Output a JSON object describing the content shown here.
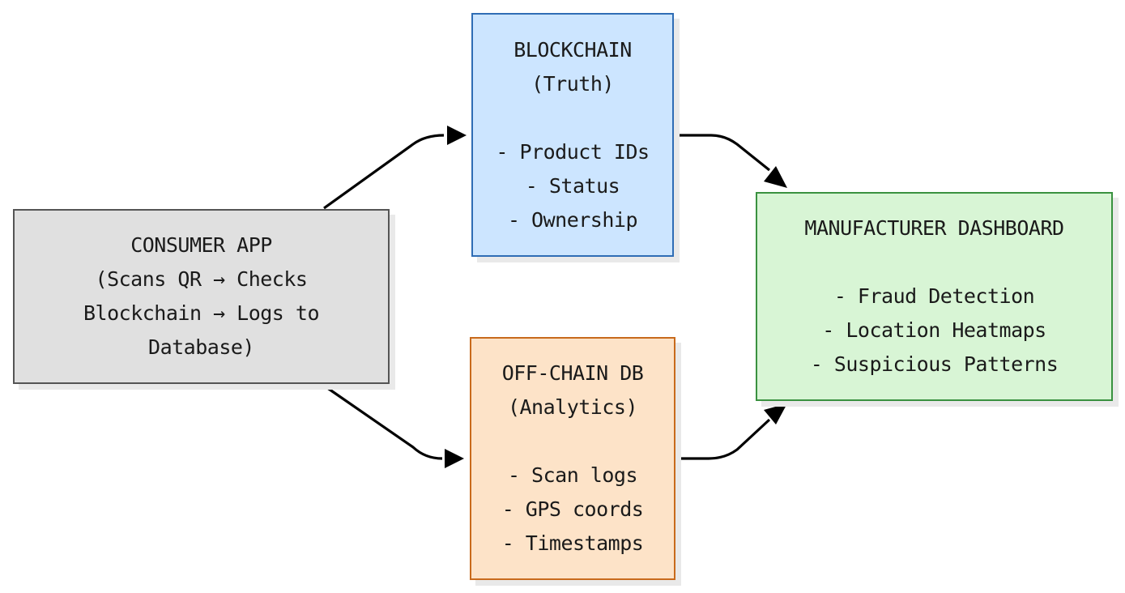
{
  "colors": {
    "consumer_fill": "#e0e0e0",
    "consumer_border": "#555555",
    "blockchain_fill": "#cce5ff",
    "blockchain_border": "#2f6db5",
    "offchain_fill": "#fde3c8",
    "offchain_border": "#c86a1c",
    "dashboard_fill": "#d8f5d5",
    "dashboard_border": "#3a9140",
    "arrow": "#000000"
  },
  "nodes": {
    "consumer": {
      "title": "CONSUMER APP",
      "lines": [
        "(Scans QR → Checks",
        "Blockchain → Logs to",
        "Database)"
      ]
    },
    "blockchain": {
      "title": "BLOCKCHAIN",
      "subtitle": "(Truth)",
      "items": [
        "- Product IDs",
        "- Status",
        "- Ownership"
      ]
    },
    "offchain": {
      "title": "OFF-CHAIN DB",
      "subtitle": "(Analytics)",
      "items": [
        "- Scan logs",
        "- GPS coords",
        "- Timestamps"
      ]
    },
    "dashboard": {
      "title": "MANUFACTURER DASHBOARD",
      "items": [
        "- Fraud Detection",
        "- Location Heatmaps",
        "- Suspicious Patterns"
      ]
    }
  },
  "edges": [
    {
      "from": "consumer",
      "to": "blockchain"
    },
    {
      "from": "consumer",
      "to": "offchain"
    },
    {
      "from": "blockchain",
      "to": "dashboard"
    },
    {
      "from": "offchain",
      "to": "dashboard"
    }
  ]
}
